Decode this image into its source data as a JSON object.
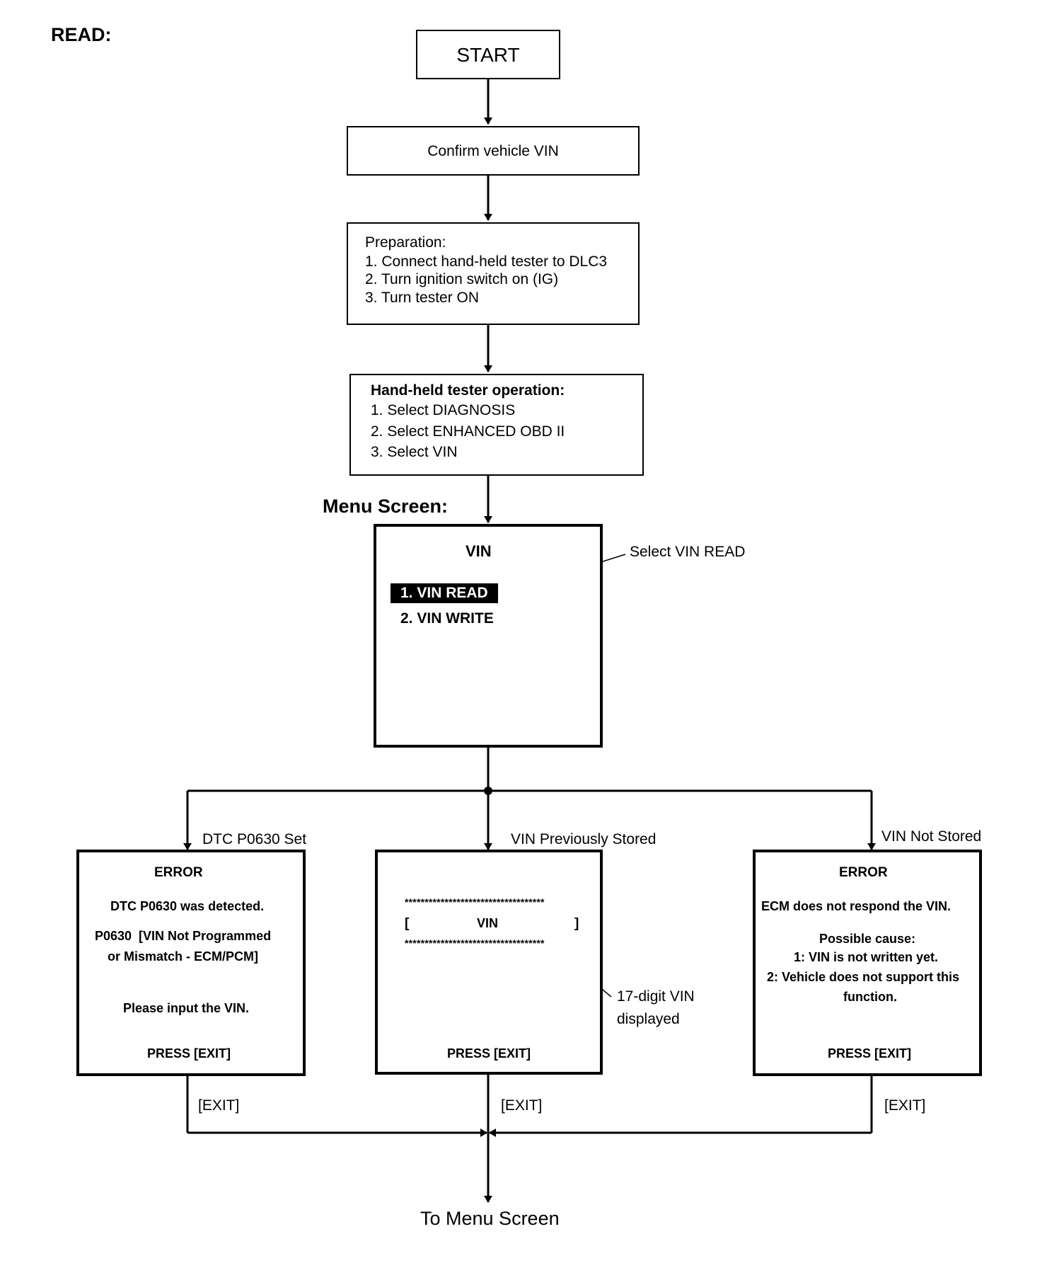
{
  "heading": "READ:",
  "start": "START",
  "confirm": "Confirm vehicle VIN",
  "preparation": {
    "title": "Preparation:",
    "steps": [
      "1. Connect hand-held tester to DLC3",
      "2. Turn ignition switch on (IG)",
      "3. Turn tester ON"
    ]
  },
  "tester_operation": {
    "title": "Hand-held tester operation:",
    "steps": [
      "1. Select DIAGNOSIS",
      "2. Select ENHANCED OBD II",
      "3. Select VIN"
    ]
  },
  "menu_screen": {
    "label": "Menu Screen:",
    "title": "VIN",
    "items": [
      "1. VIN READ",
      "2. VIN WRITE"
    ],
    "callout": "Select VIN READ"
  },
  "branches": {
    "left": {
      "label": "DTC P0630 Set",
      "title": "ERROR",
      "line1": "DTC P0630 was detected.",
      "line2": "P0630  [VIN Not Programmed",
      "line3": "or Mismatch - ECM/PCM]",
      "line4": "Please input the VIN.",
      "press": "PRESS [EXIT]",
      "exit": "[EXIT]"
    },
    "middle": {
      "label": "VIN Previously Stored",
      "stars": "***********************************",
      "bracket_open": "[",
      "vin": "VIN",
      "bracket_close": "]",
      "callout1": "17-digit VIN",
      "callout2": "displayed",
      "press": "PRESS [EXIT]",
      "exit": "[EXIT]"
    },
    "right": {
      "label": "VIN Not Stored",
      "title": "ERROR",
      "line1": "ECM does not respond the VIN.",
      "line2": "Possible cause:",
      "line3": "1: VIN is not written yet.",
      "line4": "2: Vehicle does not support this",
      "line5": "function.",
      "press": "PRESS [EXIT]",
      "exit": "[EXIT]"
    }
  },
  "end": "To Menu Screen"
}
